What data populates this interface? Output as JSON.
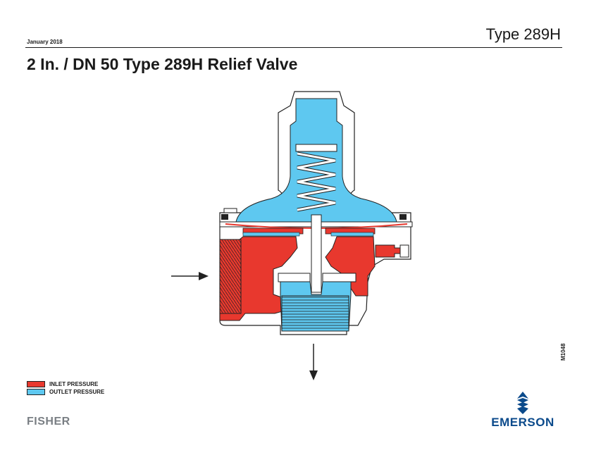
{
  "header": {
    "date": "January 2018",
    "doc_type": "Type 289H"
  },
  "title": "2 In. / DN 50 Type 289H Relief Valve",
  "diagram": {
    "colors": {
      "inlet": "#e8382e",
      "outlet": "#5ec8f0",
      "body": "#ffffff",
      "outline": "#222222"
    }
  },
  "legend": {
    "items": [
      {
        "label": "INLET PRESSURE",
        "color": "#e8382e"
      },
      {
        "label": "OUTLET PRESSURE",
        "color": "#5ec8f0"
      }
    ]
  },
  "figure_id": "M1048",
  "footer": {
    "left_brand": "FISHER",
    "right_brand": "EMERSON"
  }
}
